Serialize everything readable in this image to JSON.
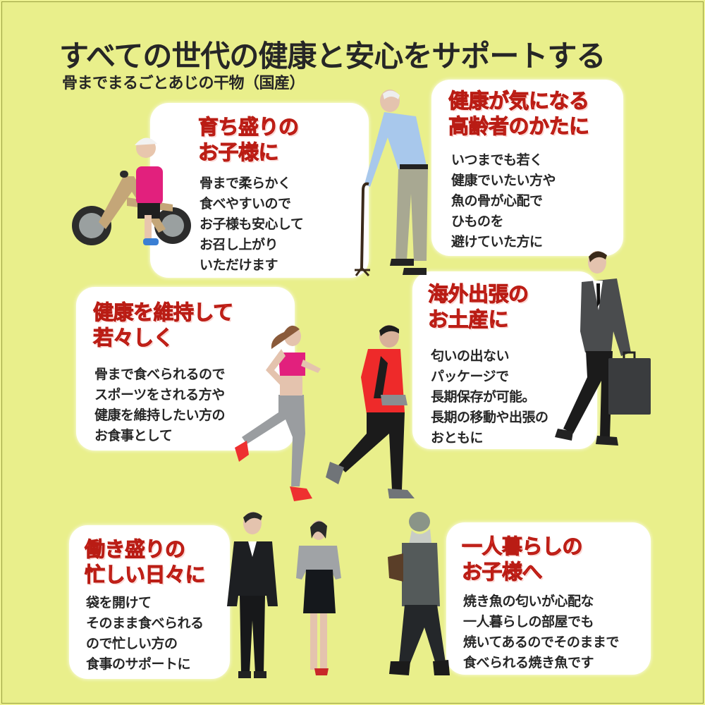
{
  "header": {
    "title": "すべての世代の健康と安心をサポートする",
    "subtitle": "骨までまるごとあじの干物（国産）"
  },
  "colors": {
    "background": "#ebf08e",
    "heading_red": "#e8322a",
    "text_dark": "#262626",
    "box_white": "#ffffff"
  },
  "cards": [
    {
      "id": "children",
      "heading": [
        "育ち盛りの",
        "お子様に"
      ],
      "body": [
        "骨まで柔らかく",
        "食べやすいので",
        "お子様も安心して",
        "お召し上がり",
        "いただけます"
      ],
      "illustration": "child-on-balance-bike"
    },
    {
      "id": "elderly",
      "heading": [
        "健康が気になる",
        "高齢者のかたに"
      ],
      "body": [
        "いつまでも若く",
        "健康でいたい方や",
        "魚の骨が心配で",
        "ひものを",
        "避けていた方に"
      ],
      "illustration": "elderly-man-with-cane"
    },
    {
      "id": "fitness",
      "heading": [
        "健康を維持して",
        "若々しく"
      ],
      "body": [
        "骨まで食べられるので",
        "スポーツをされる方や",
        "健康を維持したい方の",
        "お食事として"
      ],
      "illustration": "two-joggers"
    },
    {
      "id": "travel",
      "heading": [
        "海外出張の",
        "お土産に"
      ],
      "body": [
        "匂いの出ない",
        "パッケージで",
        "長期保存が可能。",
        "長期の移動や出張の",
        "おともに"
      ],
      "illustration": "businessman-with-briefcase"
    },
    {
      "id": "workers",
      "heading": [
        "働き盛りの",
        "忙しい日々に"
      ],
      "body": [
        "袋を開けて",
        "そのまま食べられる",
        "ので忙しい方の",
        "食事のサポートに"
      ],
      "illustration": "office-workers"
    },
    {
      "id": "living-alone",
      "heading": [
        "一人暮らしの",
        "お子様へ"
      ],
      "body": [
        "焼き魚の匂いが心配な",
        "一人暮らしの部屋でも",
        "焼いてあるのでそのままで",
        "食べられる焼き魚です"
      ],
      "illustration": "person-in-winter-clothes"
    }
  ]
}
